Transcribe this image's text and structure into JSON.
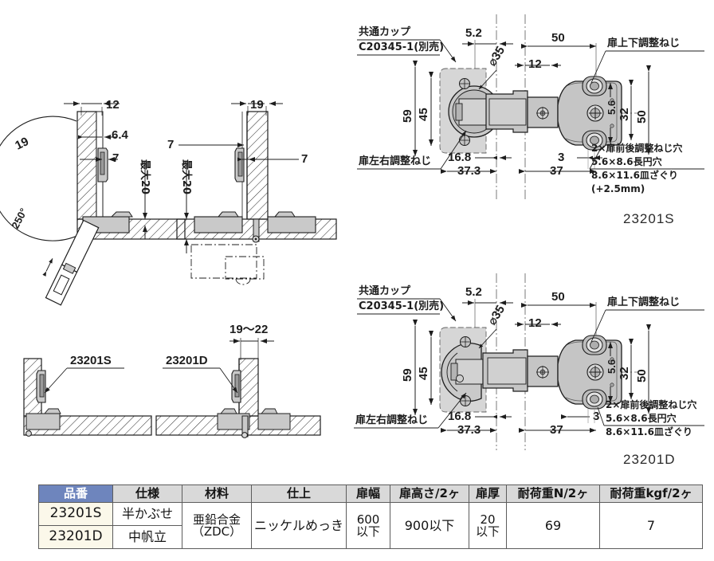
{
  "document": {
    "kind": "technical-drawing",
    "subject": "cabinet hinge dimensional drawing"
  },
  "drawings": {
    "section_top_left": {
      "name": "opening-angle-section",
      "dims": {
        "d12": "12",
        "d6_4": "6.4",
        "d7": "7",
        "d19": "19",
        "angle": "250°",
        "max20": "最大20"
      }
    },
    "section_top_right": {
      "name": "door-thickness-section",
      "dims": {
        "d19": "19",
        "d7_left": "7",
        "d7_right": "7",
        "max20": "最大20"
      }
    },
    "section_bottom_left": {
      "name": "overlay-comparison-section",
      "labels": {
        "left": "23201S",
        "right": "23201D"
      },
      "dims": {
        "range": "19〜22"
      }
    },
    "plan_top": {
      "name": "plan-view-23201S",
      "part_number": "23201S",
      "callouts": {
        "cup": "共通カップ",
        "cup_sub": "C20345-1(別売)",
        "updown_screw": "扉上下調整ねじ",
        "leftright_screw": "扉左右調整ねじ",
        "hole_1": "2×扉前後調整ねじ穴",
        "hole_2": "5.6×8.6長円穴",
        "hole_3": "8.6×11.6皿ざぐり",
        "hole_4": "(+2.5mm)"
      },
      "dims": {
        "d5_2": "5.2",
        "d50": "50",
        "d12": "12",
        "dia35": "⌀35",
        "d59": "59",
        "d45": "45",
        "d5_6": "5.6",
        "d32": "32",
        "d50r": "50",
        "d16_8": "16.8",
        "d37_3": "37.3",
        "d3": "3",
        "d37": "37"
      }
    },
    "plan_bottom": {
      "name": "plan-view-23201D",
      "part_number": "23201D",
      "callouts": {
        "cup": "共通カップ",
        "cup_sub": "C20345-1(別売)",
        "updown_screw": "扉上下調整ねじ",
        "leftright_screw": "扉左右調整ねじ",
        "hole_1": "2×扉前後調整ねじ穴",
        "hole_2": "5.6×8.6長円穴",
        "hole_3": "8.6×11.6皿ざぐり"
      },
      "dims": {
        "d5_2": "5.2",
        "d50": "50",
        "d12": "12",
        "dia35": "⌀35",
        "d59": "59",
        "d45": "45",
        "d5_6": "5.6",
        "d32": "32",
        "d50r": "50",
        "d16_8": "16.8",
        "d37_3": "37.3",
        "d3": "3",
        "d37": "37"
      }
    }
  },
  "spec_table": {
    "headers": [
      "品番",
      "仕様",
      "材料",
      "仕上",
      "扉幅",
      "扉高さ/2ヶ",
      "扉厚",
      "耐荷重N/2ヶ",
      "耐荷重kgf/2ヶ"
    ],
    "rows": [
      {
        "part_number": "23201S",
        "spec": "半かぶせ",
        "material": "亜鉛合金",
        "material2": "（ZDC）",
        "finish": "ニッケルめっき",
        "door_width": "600\n以下",
        "door_height": "900以下",
        "door_thickness": "20\n以下",
        "load_n": "69",
        "load_kgf": "7"
      },
      {
        "part_number": "23201D",
        "spec": "中帆立"
      }
    ],
    "merged_cells": {
      "material": "亜鉛合金（ZDC）",
      "finish": "ニッケルめっき",
      "door_width_l1": "600",
      "door_width_l2": "以下",
      "door_height": "900以下",
      "door_thickness_l1": "20",
      "door_thickness_l2": "以下",
      "load_n": "69",
      "load_kgf": "7"
    }
  },
  "colors": {
    "header_accent": "#6e85bd",
    "header_grey": "#d9d9d9",
    "partno_cell": "#fbf8ea",
    "metal_fill": "#c9c9c9",
    "metal_dark": "#9a9a9a",
    "line": "#1d1d1d"
  }
}
